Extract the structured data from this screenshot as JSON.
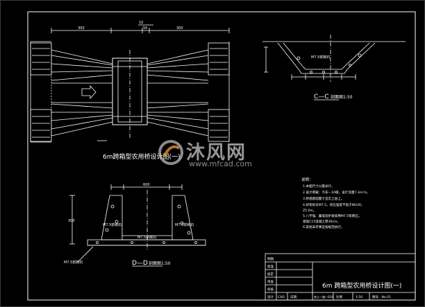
{
  "plan_view": {
    "title": "6m跨箱型农用桥设计图(一)",
    "dim_left": "300",
    "dim_mid_a": "10",
    "dim_mid_b": "50",
    "dim_right": "300"
  },
  "section_cc": {
    "title": "C—C",
    "scale_label": "剖面图1:50",
    "material": "M7.5浆砌石"
  },
  "section_dd": {
    "title": "D—D",
    "scale_label": "剖面图1:50",
    "dim_top": "600",
    "dim_left": "300",
    "material_left": "M7.5浆砌石",
    "material_right": "M7.5浆砌石",
    "material_base": "M7.5浆砌石",
    "material_found": "M7.5浆砌石"
  },
  "notes": {
    "heading": "说明：",
    "lines": [
      "1.本图尺寸以厘米计。",
      "2.设计荷载：汽车—10级，设计流量7.3m³/s。",
      "3.桥涵基础置于坚实土层上。",
      "4.砂浆标号M7.5，块石强度不低于MU30，",
      "  Z5.0m。",
      "5.八字墙、翼墙及护坡采用M7.5浆砌石，",
      "  基础C15混凝土厚30cm。",
      "6.其他未尽事宜按规范执行。"
    ]
  },
  "title_block": {
    "row_labels": [
      "批准",
      "核定",
      "审查",
      "校核",
      "设计",
      "制图"
    ],
    "main_title": "6m 跨箱型农用桥设计图(一)",
    "cells": [
      "CAD",
      "日期",
      "农土—施—016",
      "比例",
      "1:50",
      "图号：No.01"
    ]
  },
  "watermark": {
    "name": "沐风网",
    "url": "www.mfcad.com"
  }
}
